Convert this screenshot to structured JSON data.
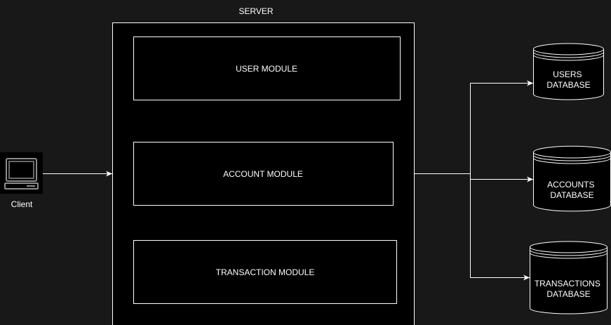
{
  "server": {
    "label": "SERVER"
  },
  "modules": {
    "user": "USER MODULE",
    "account": "ACCOUNT MODULE",
    "transaction": "TRANSACTION MODULE"
  },
  "client": {
    "label": "Client",
    "icon": "computer-icon"
  },
  "databases": {
    "users": [
      "USERS",
      "DATABASE"
    ],
    "accounts": [
      "ACCOUNTS",
      "DATABASE"
    ],
    "transactions": [
      "TRANSACTIONS",
      "DATABASE"
    ]
  },
  "colors": {
    "background": "#181818",
    "fill": "#000000",
    "stroke": "#ffffff"
  }
}
